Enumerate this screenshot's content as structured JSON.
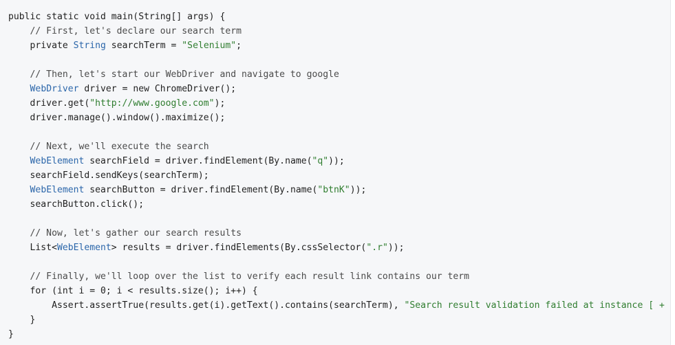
{
  "colors": {
    "background": "#ffffff",
    "code_background": "#f6f7f9",
    "text": "#1f1f1f",
    "type": "#2b66aa",
    "string": "#2f7d2f",
    "comment": "#4a4a4a"
  },
  "code_block": {
    "lines": [
      [
        {
          "type": "keyword",
          "text": "public static void main(String[] args) {"
        }
      ],
      [
        {
          "type": "comment",
          "text": "    // First, let's declare our search term"
        }
      ],
      [
        {
          "type": "plain",
          "text": "    private "
        },
        {
          "type": "type",
          "text": "String"
        },
        {
          "type": "plain",
          "text": " searchTerm = "
        },
        {
          "type": "string",
          "text": "\"Selenium\""
        },
        {
          "type": "plain",
          "text": ";"
        }
      ],
      [
        {
          "type": "plain",
          "text": ""
        }
      ],
      [
        {
          "type": "comment",
          "text": "    // Then, let's start our WebDriver and navigate to google"
        }
      ],
      [
        {
          "type": "plain",
          "text": "    "
        },
        {
          "type": "type",
          "text": "WebDriver"
        },
        {
          "type": "plain",
          "text": " driver = new ChromeDriver();"
        }
      ],
      [
        {
          "type": "plain",
          "text": "    driver.get("
        },
        {
          "type": "string",
          "text": "\"http://www.google.com\""
        },
        {
          "type": "plain",
          "text": ");"
        }
      ],
      [
        {
          "type": "plain",
          "text": "    driver.manage().window().maximize();"
        }
      ],
      [
        {
          "type": "plain",
          "text": ""
        }
      ],
      [
        {
          "type": "comment",
          "text": "    // Next, we'll execute the search"
        }
      ],
      [
        {
          "type": "plain",
          "text": "    "
        },
        {
          "type": "type",
          "text": "WebElement"
        },
        {
          "type": "plain",
          "text": " searchField = driver.findElement(By.name("
        },
        {
          "type": "string",
          "text": "\"q\""
        },
        {
          "type": "plain",
          "text": "));"
        }
      ],
      [
        {
          "type": "plain",
          "text": "    searchField.sendKeys(searchTerm);"
        }
      ],
      [
        {
          "type": "plain",
          "text": "    "
        },
        {
          "type": "type",
          "text": "WebElement"
        },
        {
          "type": "plain",
          "text": " searchButton = driver.findElement(By.name("
        },
        {
          "type": "string",
          "text": "\"btnK\""
        },
        {
          "type": "plain",
          "text": "));"
        }
      ],
      [
        {
          "type": "plain",
          "text": "    searchButton.click();"
        }
      ],
      [
        {
          "type": "plain",
          "text": ""
        }
      ],
      [
        {
          "type": "comment",
          "text": "    // Now, let's gather our search results"
        }
      ],
      [
        {
          "type": "plain",
          "text": "    List<"
        },
        {
          "type": "type",
          "text": "WebElement"
        },
        {
          "type": "plain",
          "text": "> results = driver.findElements(By.cssSelector("
        },
        {
          "type": "string",
          "text": "\".r\""
        },
        {
          "type": "plain",
          "text": "));"
        }
      ],
      [
        {
          "type": "plain",
          "text": ""
        }
      ],
      [
        {
          "type": "comment",
          "text": "    // Finally, we'll loop over the list to verify each result link contains our term"
        }
      ],
      [
        {
          "type": "plain",
          "text": "    for (int i = 0; i < results.size(); i++) {"
        }
      ],
      [
        {
          "type": "plain",
          "text": "        Assert.assertTrue(results.get(i).getText().contains(searchTerm), "
        },
        {
          "type": "string",
          "text": "\"Search result validation failed at instance [ + i +"
        }
      ],
      [
        {
          "type": "plain",
          "text": "    }"
        }
      ],
      [
        {
          "type": "plain",
          "text": "}"
        }
      ]
    ]
  }
}
